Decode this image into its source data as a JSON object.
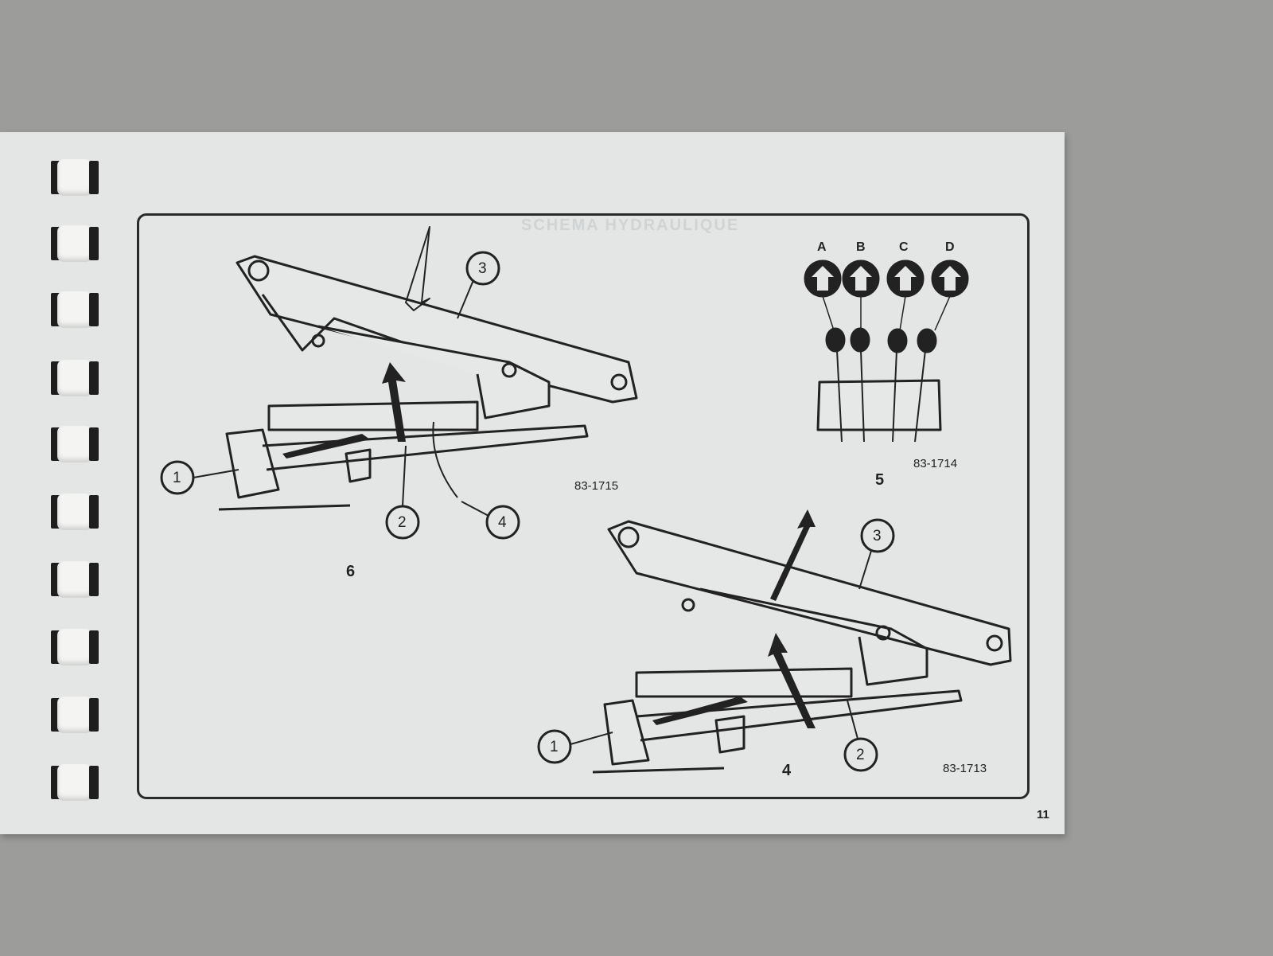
{
  "background_header": "SCHEMA HYDRAULIQUE",
  "figures": [
    {
      "number": "6",
      "code": "83-1715",
      "callouts": [
        "1",
        "2",
        "3",
        "4"
      ]
    },
    {
      "number": "5",
      "code": "83-1714",
      "levers": [
        "A",
        "B",
        "C",
        "D"
      ]
    },
    {
      "number": "4",
      "code": "83-1713",
      "callouts": [
        "1",
        "2",
        "3"
      ]
    }
  ],
  "page_number": "11"
}
